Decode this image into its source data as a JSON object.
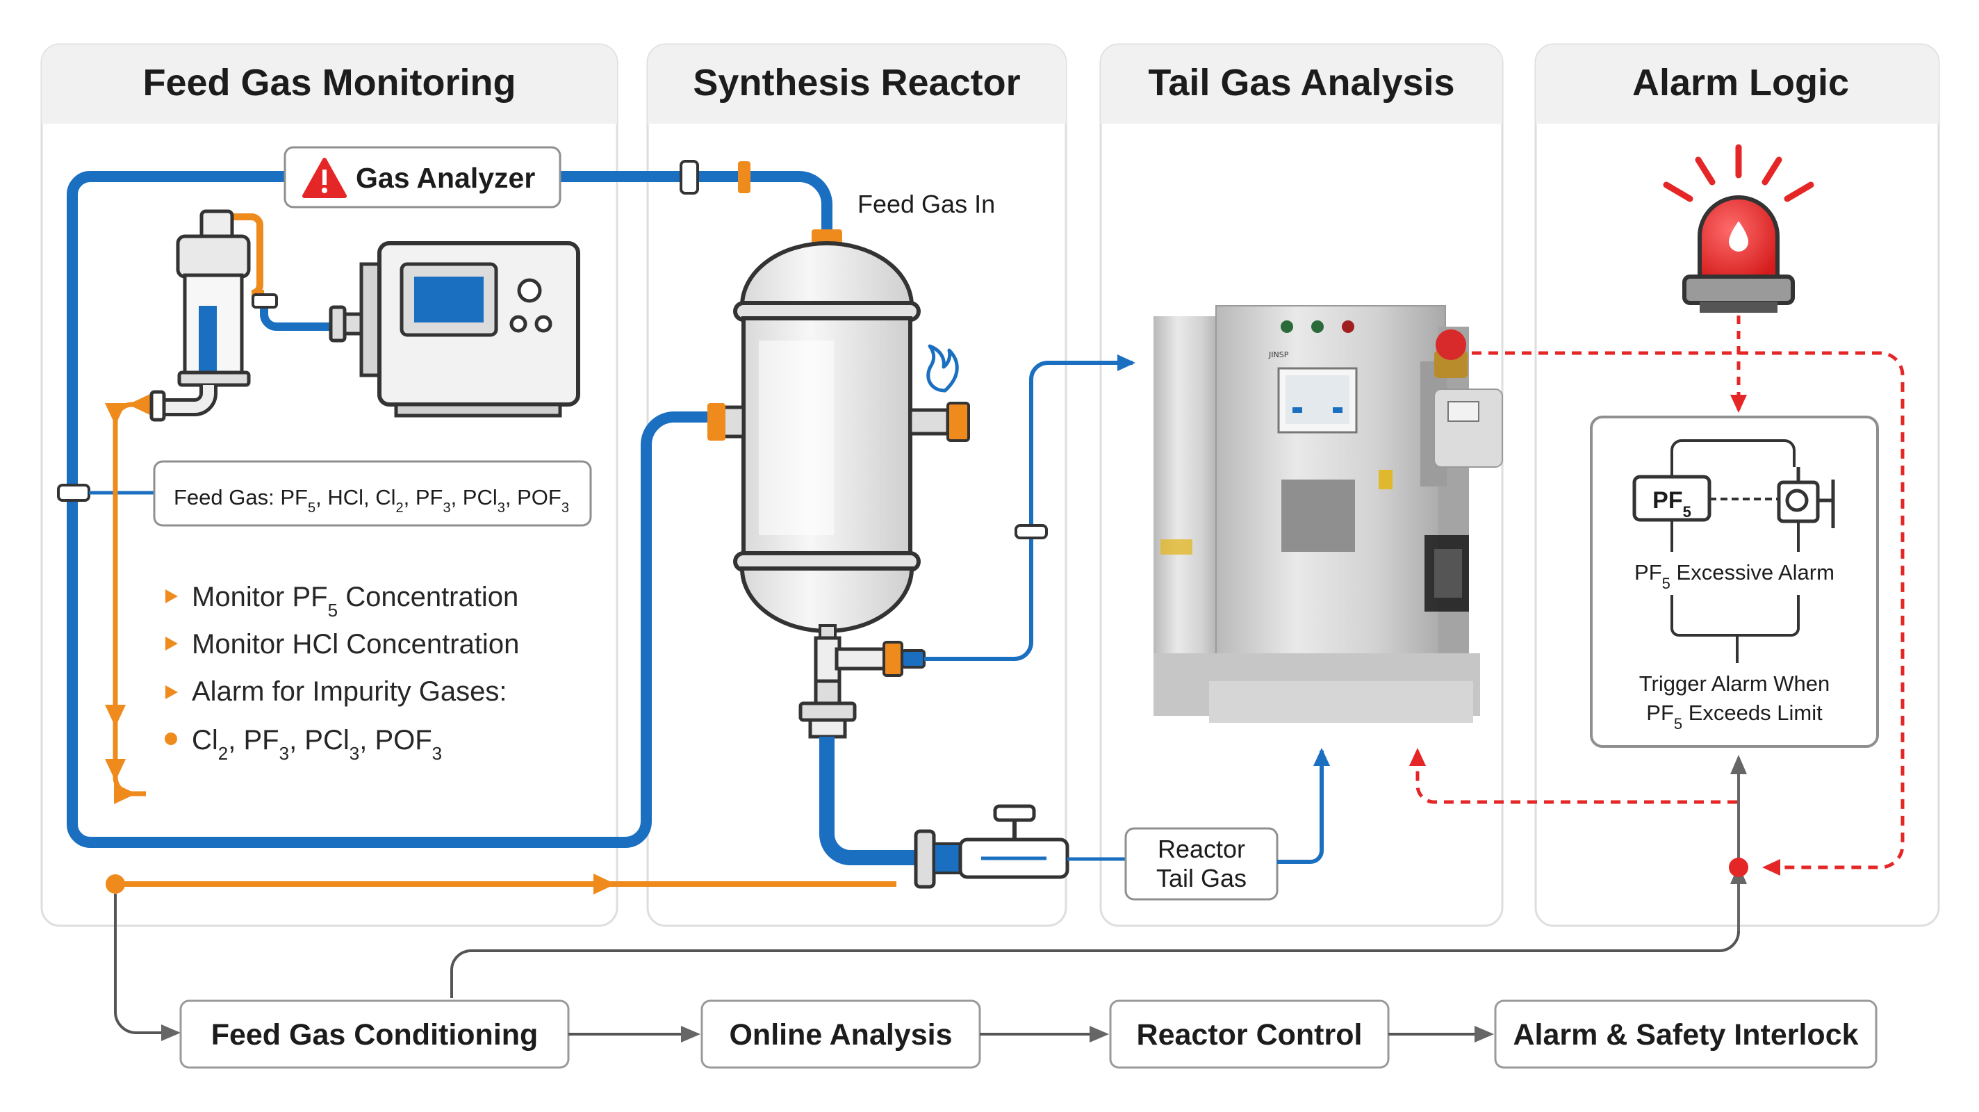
{
  "panels": {
    "feed_gas_monitoring": "Feed Gas Monitoring",
    "synthesis_reactor": "Synthesis Reactor",
    "tail_gas_analysis": "Tail Gas Analysis",
    "alarm_logic": "Alarm Logic"
  },
  "feed": {
    "gas_analyzer": "Gas Analyzer",
    "feed_gas_label_prefix": "Feed Gas: PF",
    "bullets": {
      "pf5_a": "Monitor PF",
      "pf5_b": " Concentration",
      "hcl": "Monitor HCl Concentration",
      "impurity": "Alarm for Impurity Gases:"
    }
  },
  "reactor": {
    "feed_gas_in": "Feed Gas In"
  },
  "tail": {
    "reactor_tail_gas_line1": "Reactor",
    "reactor_tail_gas_line2": "Tail Gas"
  },
  "alarm": {
    "pf5_box": "PF",
    "excessive_alarm_suffix": " Excessive Alarm",
    "trigger_line1": "Trigger Alarm When",
    "trigger_line2_suffix": " Exceeds Limit"
  },
  "process_steps": [
    "Feed Gas Conditioning",
    "Online Analysis",
    "Reactor Control",
    "Alarm & Safety Interlock"
  ],
  "colors": {
    "pipe_blue": "#1b6fc1",
    "pipe_orange": "#ef8a1c",
    "alarm_red": "#e52626",
    "panel_header": "#f1f1f1"
  },
  "icons": {
    "warning": "warning-triangle-icon",
    "beacon": "alarm-beacon-icon",
    "flame": "flame-icon"
  }
}
